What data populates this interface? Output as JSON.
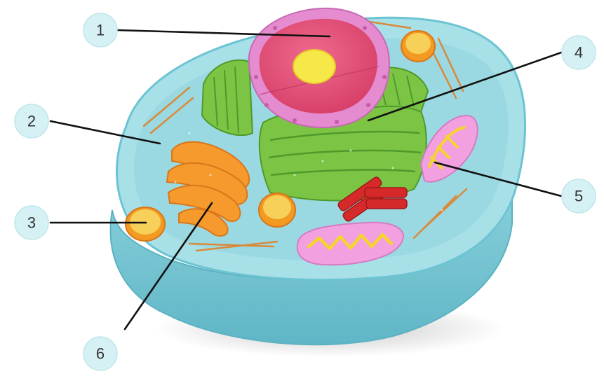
{
  "labels": [
    {
      "id": "1",
      "text": "1"
    },
    {
      "id": "2",
      "text": "2"
    },
    {
      "id": "3",
      "text": "3"
    },
    {
      "id": "4",
      "text": "4"
    },
    {
      "id": "5",
      "text": "5"
    },
    {
      "id": "6",
      "text": "6"
    }
  ],
  "colors": {
    "cytoplasm": "#9fdde6",
    "cell_edge": "#6cc4d2",
    "nucleus_envelope": "#e58bd0",
    "nucleus_inner": "#e8537a",
    "nucleolus": "#f7e84a",
    "er": "#7cc444",
    "golgi": "#f79a2e",
    "mitochondria_outer": "#f2a0e0",
    "mitochondria_inner": "#f5d52a",
    "vesicle": "#f7b63a",
    "centriole": "#d62a2a",
    "cytoskeleton": "#d88a3a"
  },
  "icons": [
    "cell-membrane",
    "nucleus",
    "endoplasmic-reticulum",
    "golgi-apparatus",
    "mitochondrion",
    "vesicle",
    "centriole"
  ]
}
